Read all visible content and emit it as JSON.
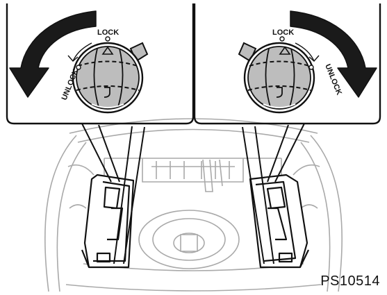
{
  "figure": {
    "id_text": "PS10514"
  },
  "left_callout": {
    "lock_label": "LOCK",
    "unlock_label": "UNLOCK",
    "arrow_direction": "counterclockwise"
  },
  "right_callout": {
    "lock_label": "LOCK",
    "unlock_label": "UNLOCK",
    "arrow_direction": "clockwise"
  },
  "colors": {
    "line": "#111111",
    "knob_fill": "#bdbdbd",
    "arrow_fill": "#1a1a1a",
    "background_drawing": "#a9a9a9"
  },
  "icons": [
    "rotation-arrow-icon",
    "knob-icon",
    "lock-marker-icon"
  ]
}
